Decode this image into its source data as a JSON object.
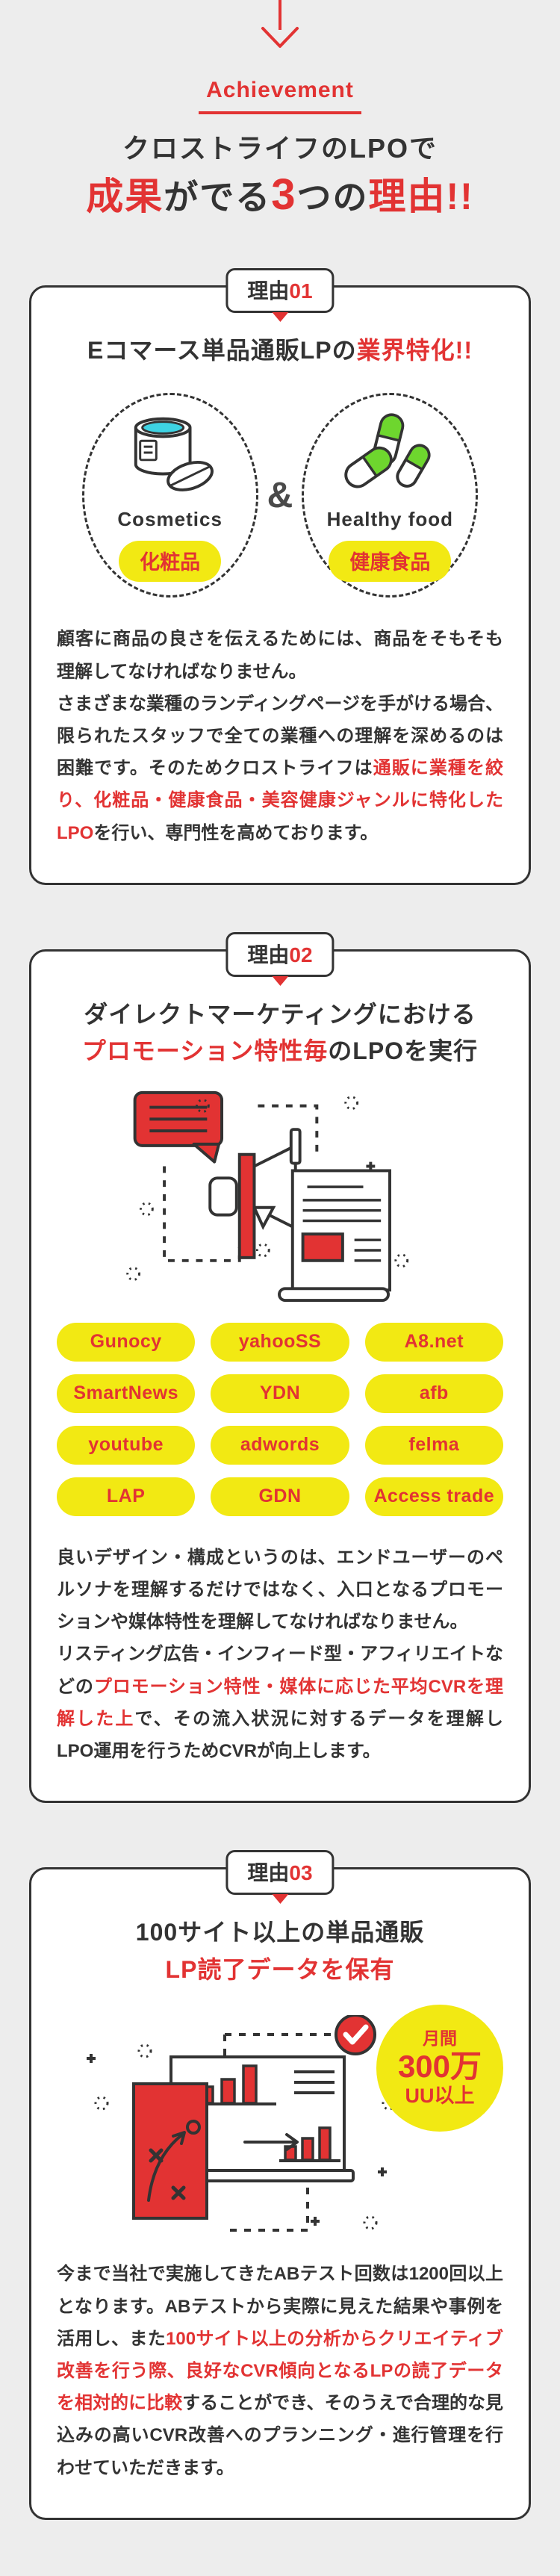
{
  "colors": {
    "background": "#ededed",
    "card_background": "#ffffff",
    "outline_dark": "#333333",
    "accent_red": "#e23333",
    "accent_yellow": "#f2e913",
    "capsule_green": "#6ed62e",
    "jar_cyan": "#3ed3e3"
  },
  "header": {
    "eyebrow": "Achievement",
    "title_line1": "クロストライフのLPOで",
    "title_line2": {
      "seg_red1": "成果",
      "seg_dark1": "がでる",
      "seg_red2": "3",
      "seg_dark2": "つの",
      "seg_red3": "理由!!"
    }
  },
  "reason1": {
    "badge": {
      "label": "理由",
      "number": "01"
    },
    "heading": {
      "dark": "Eコマース単品通販LPの",
      "red": "業界特化!!"
    },
    "ampersand": "&",
    "categories": [
      {
        "label_en": "Cosmetics",
        "label_jp": "化粧品",
        "icon": "cosmetics-jar-icon"
      },
      {
        "label_en": "Healthy food",
        "label_jp": "健康食品",
        "icon": "capsules-icon"
      }
    ],
    "paragraph": {
      "p1": "顧客に商品の良さを伝えるためには、商品をそもそも理解してなければなりません。\nさまざまな業種のランディングページを手がける場合、限られたスタッフで全ての業種への理解を深めるのは困難です。そのためクロストライフは",
      "red": "通販に業種を絞り、化粧品・健康食品・美容健康ジャンルに特化したLPO",
      "p2": "を行い、専門性を高めております。"
    }
  },
  "reason2": {
    "badge": {
      "label": "理由",
      "number": "02"
    },
    "heading": {
      "line1_dark": "ダイレクトマーケティングにおける",
      "line2_red": "プロモーション特性毎",
      "line2_dark": "のLPOを実行"
    },
    "media": [
      "Gunocy",
      "yahooSS",
      "A8.net",
      "SmartNews",
      "YDN",
      "afb",
      "youtube",
      "adwords",
      "felma",
      "LAP",
      "GDN",
      "Access trade"
    ],
    "paragraph": {
      "p1": "良いデザイン・構成というのは、エンドユーザーのペルソナを理解するだけではなく、入口となるプロモーションや媒体特性を理解してなければなりません。\nリスティング広告・インフィード型・アフィリエイトなどの",
      "red": "プロモーション特性・媒体に応じた平均CVRを理解した上",
      "p2": "で、その流入状況に対するデータを理解しLPO運用を行うためCVRが向上します。"
    }
  },
  "reason3": {
    "badge": {
      "label": "理由",
      "number": "03"
    },
    "heading": {
      "line1_dark": "100サイト以上の単品通販",
      "line2_red": "LP読了データを保有"
    },
    "stat_circle": {
      "line1": "月間",
      "line2": "300万",
      "line3": "UU以上"
    },
    "paragraph": {
      "p1": "今まで当社で実施してきたABテスト回数は1200回以上となります。ABテストから実際に見えた結果や事例を活用し、また",
      "red": "100サイト以上の分析からクリエイティブ改善を行う際、良好なCVR傾向となるLPの読了データを相対的に比較",
      "p2": "することができ、そのうえで合理的な見込みの高いCVR改善へのプランニング・進行管理を行わせていただきます。"
    }
  }
}
